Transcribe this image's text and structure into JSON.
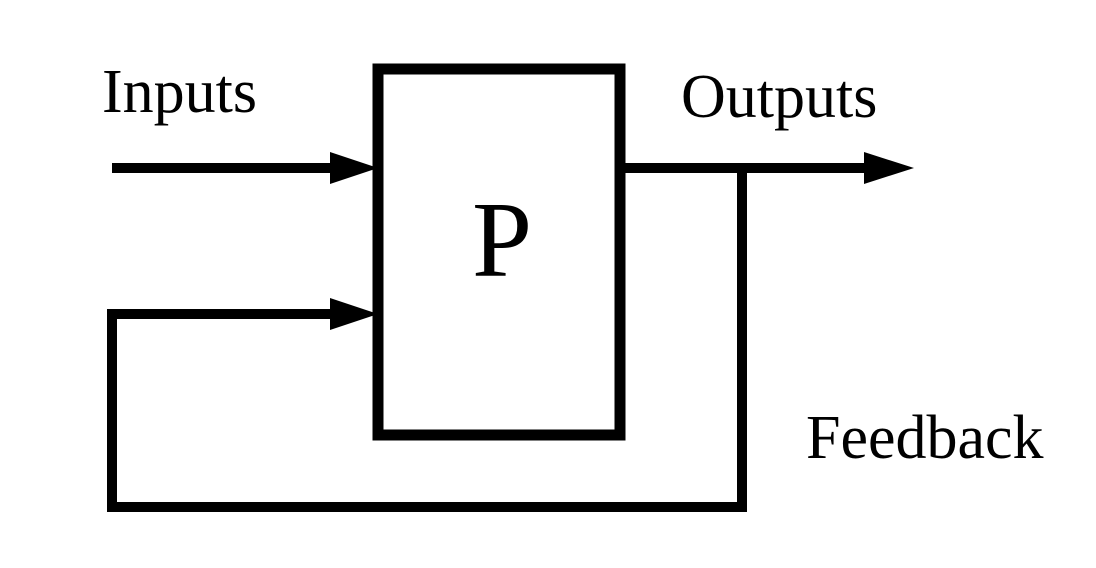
{
  "diagram": {
    "process_label": "P",
    "inputs_label": "Inputs",
    "outputs_label": "Outputs",
    "feedback_label": "Feedback"
  },
  "colors": {
    "stroke": "#000000",
    "background": "#ffffff"
  }
}
